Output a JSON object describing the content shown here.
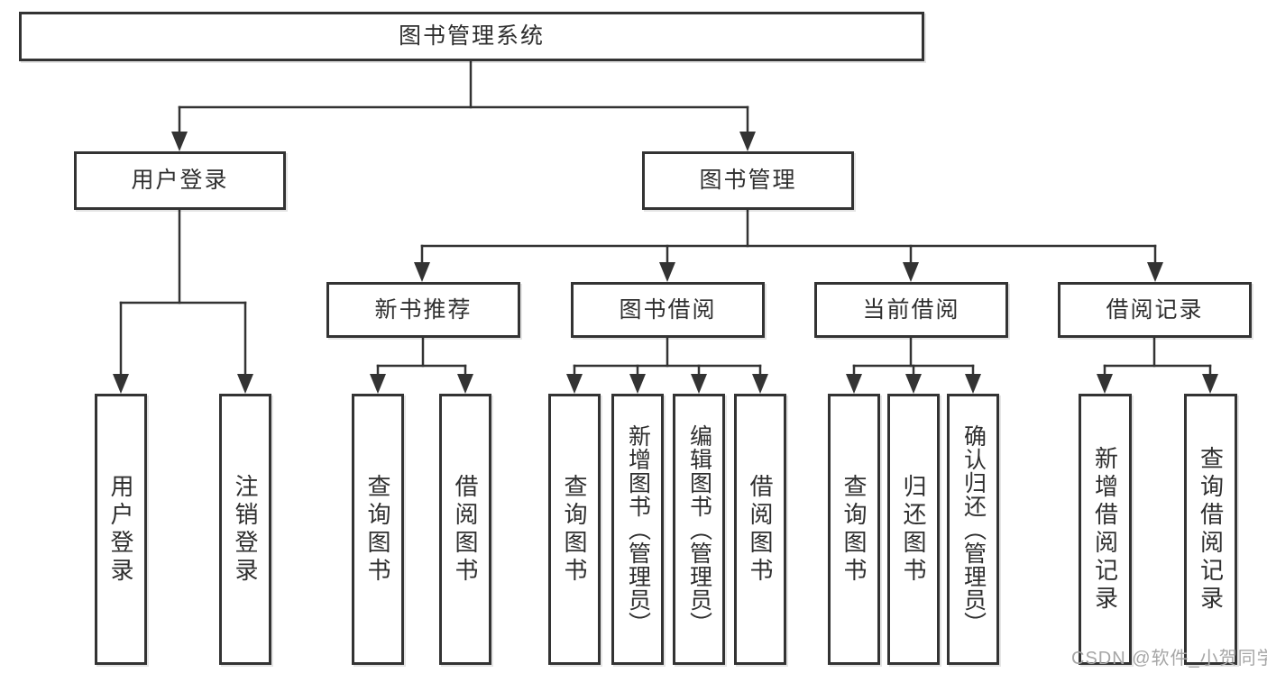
{
  "watermark": "CSDN @软件_小贺同学",
  "colors": {
    "line": "#333333",
    "box_border": "#333333",
    "box_background": "#ffffff",
    "text": "#2f2f2f",
    "watermark": "#a6a6a6",
    "background": "#ffffff"
  },
  "nodes": {
    "root": {
      "label": "图书管理系统",
      "parent": null
    },
    "user_login": {
      "label": "用户登录",
      "parent": "root"
    },
    "book_mgmt": {
      "label": "图书管理",
      "parent": "root"
    },
    "leaf_user_login": {
      "label": "用户登录",
      "parent": "user_login"
    },
    "leaf_logout": {
      "label": "注销登录",
      "parent": "user_login"
    },
    "new_book_rec": {
      "label": "新书推荐",
      "parent": "book_mgmt"
    },
    "book_borrow": {
      "label": "图书借阅",
      "parent": "book_mgmt"
    },
    "current_borrow": {
      "label": "当前借阅",
      "parent": "book_mgmt"
    },
    "borrow_records": {
      "label": "借阅记录",
      "parent": "book_mgmt"
    },
    "leaf_query_book_1": {
      "label": "查询图书",
      "parent": "new_book_rec"
    },
    "leaf_borrow_book_1": {
      "label": "借阅图书",
      "parent": "new_book_rec"
    },
    "leaf_query_book_2": {
      "label": "查询图书",
      "parent": "book_borrow"
    },
    "leaf_add_book": {
      "label": "新增图书（管理员）",
      "parent": "book_borrow"
    },
    "leaf_edit_book": {
      "label": "编辑图书（管理员）",
      "parent": "book_borrow"
    },
    "leaf_borrow_book_2": {
      "label": "借阅图书",
      "parent": "book_borrow"
    },
    "leaf_query_book_3": {
      "label": "查询图书",
      "parent": "current_borrow"
    },
    "leaf_return_book": {
      "label": "归还图书",
      "parent": "current_borrow"
    },
    "leaf_confirm_return": {
      "label": "确认归还（管理员）",
      "parent": "current_borrow"
    },
    "leaf_add_record": {
      "label": "新增借阅记录",
      "parent": "borrow_records"
    },
    "leaf_query_record": {
      "label": "查询借阅记录",
      "parent": "borrow_records"
    }
  }
}
